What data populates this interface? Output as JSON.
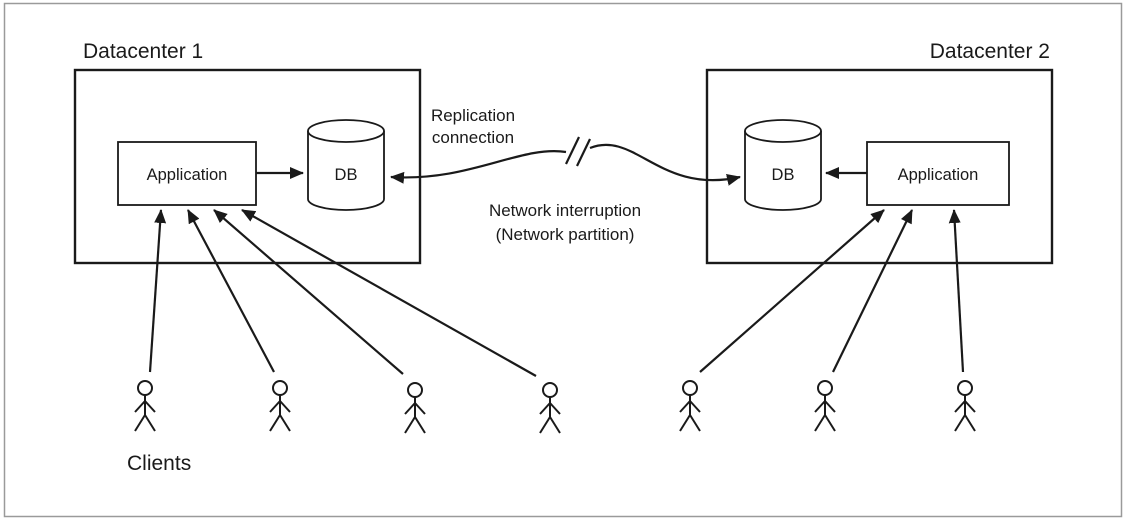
{
  "diagram": {
    "datacenter1": {
      "title": "Datacenter 1",
      "application": "Application",
      "db": "DB"
    },
    "datacenter2": {
      "title": "Datacenter 2",
      "application": "Application",
      "db": "DB"
    },
    "replication": {
      "line1": "Replication",
      "line2": "connection"
    },
    "interruption": {
      "line1": "Network interruption",
      "line2": "(Network partition)"
    },
    "clients_label": "Clients",
    "colors": {
      "stroke": "#1a1a1a",
      "frame": "#9a9a9a",
      "background": "#ffffff"
    }
  }
}
